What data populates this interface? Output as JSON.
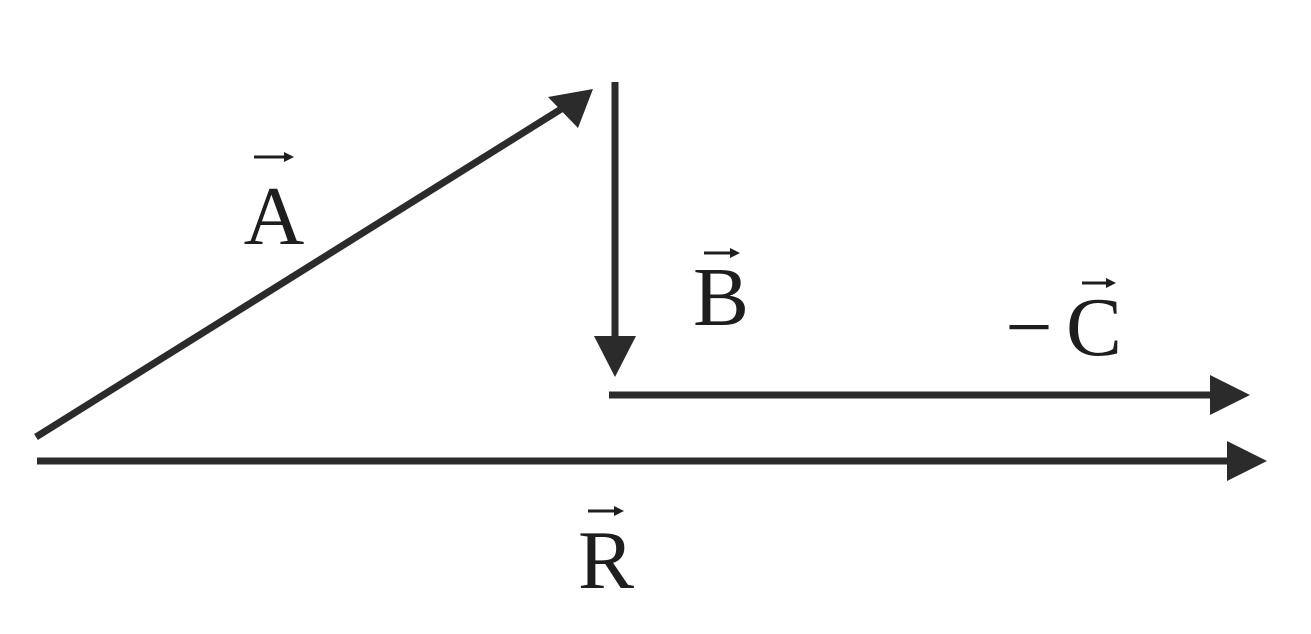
{
  "diagram": {
    "labels": {
      "a": "A",
      "b": "B",
      "c": "C",
      "c_sign": "−",
      "r": "R"
    },
    "colors": {
      "stroke": "#2b2b2b",
      "text": "#1e1e1e",
      "background": "#ffffff"
    }
  }
}
